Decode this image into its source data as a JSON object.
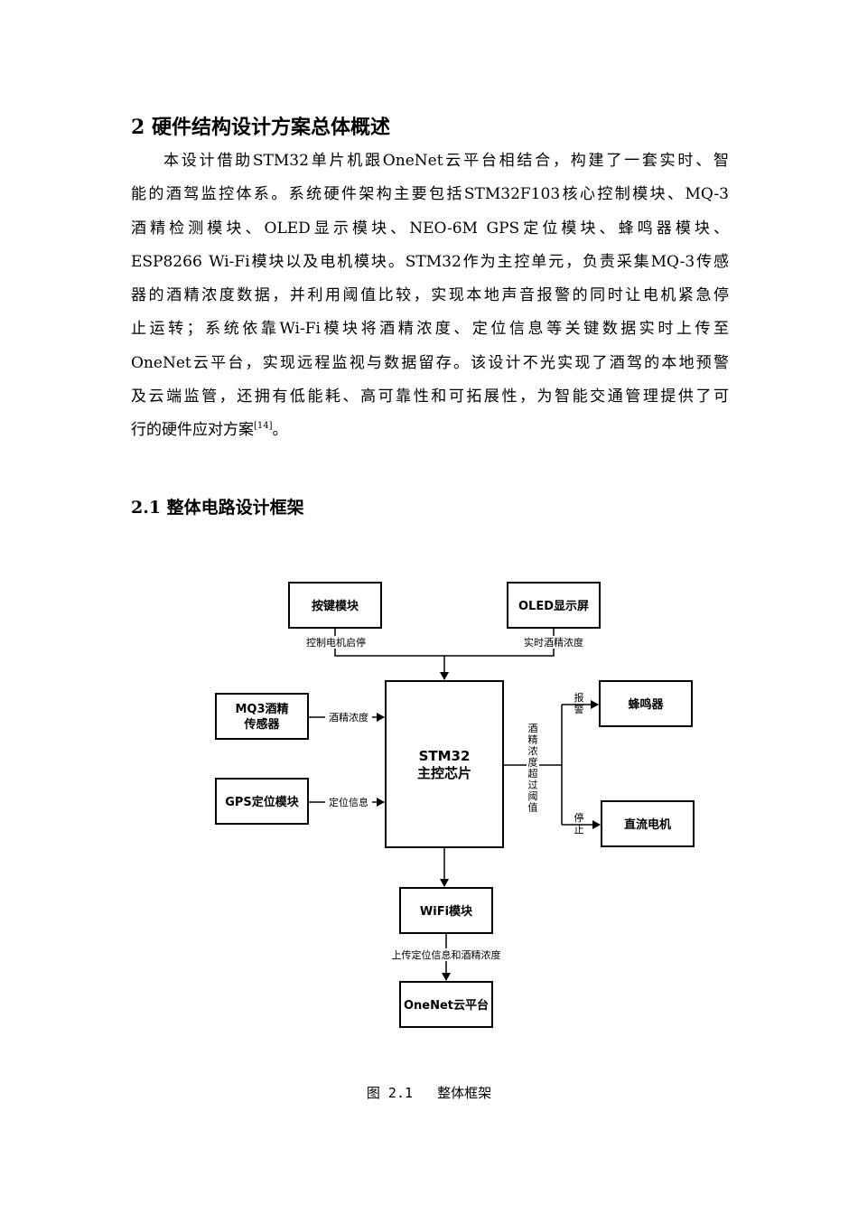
{
  "section": {
    "heading": "2 硬件结构设计方案总体概述",
    "paragraph_lines": [
      "本设计借助STM32单片机跟OneNet云平台相结合，构建了一套实时、智",
      "能的酒驾监控体系。系统硬件架构主要包括STM32F103核心控制模块、MQ-3",
      "酒精检测模块、OLED显示模块、NEO-6M GPS定位模块、蜂鸣器模块、",
      "ESP8266 Wi-Fi模块以及电机模块。STM32作为主控单元，负责采集MQ-3传感",
      "器的酒精浓度数据，并利用阈值比较，实现本地声音报警的同时让电机紧急停",
      "止运转；系统依靠Wi-Fi模块将酒精浓度、定位信息等关键数据实时上传至",
      "OneNet云平台，实现远程监视与数据留存。该设计不光实现了酒驾的本地预警",
      "及云端监管，还拥有低能耗、高可靠性和可拓展性，为智能交通管理提供了可",
      "行的硬件应对方案"
    ],
    "citation": "[14]",
    "paragraph_end": "。"
  },
  "subsection": {
    "heading": "2.1 整体电路设计框架"
  },
  "diagram": {
    "nodes": {
      "key_module": "按键模块",
      "oled": "OLED显示屏",
      "mq3_line1": "MQ3酒精",
      "mq3_line2": "传感器",
      "gps": "GPS定位模块",
      "stm32_line1": "STM32",
      "stm32_line2": "主控芯片",
      "buzzer": "蜂鸣器",
      "motor": "直流电机",
      "wifi": "WiFi模块",
      "onenet": "OneNet云平台"
    },
    "edges": {
      "key_to_stm32": "控制电机启停",
      "oled_label": "实时酒精浓度",
      "mq3_to_stm32": "酒精浓度",
      "gps_to_stm32": "定位信息",
      "threshold_chars": [
        "酒",
        "精",
        "浓",
        "度",
        "超",
        "过",
        "阈",
        "值"
      ],
      "alarm_chars": [
        "报",
        "警"
      ],
      "stop_chars": [
        "停",
        "止"
      ],
      "wifi_to_onenet": "上传定位信息和酒精浓度"
    }
  },
  "figure": {
    "caption": "图 2.1   整体框架"
  }
}
